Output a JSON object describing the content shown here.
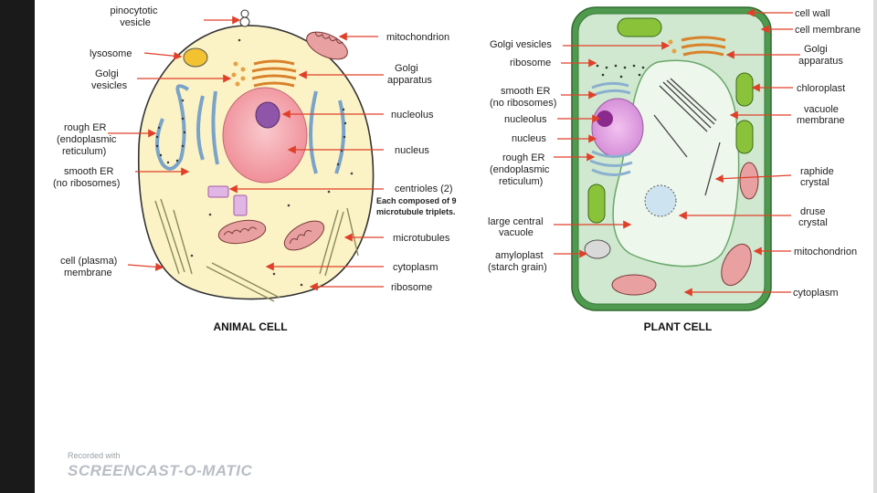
{
  "animal": {
    "title": "ANIMAL CELL",
    "labels": {
      "pinocytotic": [
        "pinocytotic",
        "vesicle"
      ],
      "lysosome": [
        "lysosome"
      ],
      "golgi_vesicles": [
        "Golgi",
        "vesicles"
      ],
      "rough_er": [
        "rough ER",
        "(endoplasmic",
        "reticulum)"
      ],
      "smooth_er": [
        "smooth ER",
        "(no ribosomes)"
      ],
      "plasma_membrane": [
        "cell (plasma)",
        "membrane"
      ],
      "mitochondrion": [
        "mitochondrion"
      ],
      "golgi_apparatus": [
        "Golgi",
        "apparatus"
      ],
      "nucleolus": [
        "nucleolus"
      ],
      "nucleus": [
        "nucleus"
      ],
      "centrioles": [
        "centrioles (2)"
      ],
      "centrioles_note": [
        "Each composed of 9",
        "microtubule triplets."
      ],
      "microtubules": [
        "microtubules"
      ],
      "cytoplasm": [
        "cytoplasm"
      ],
      "ribosome": [
        "ribosome"
      ]
    }
  },
  "plant": {
    "title": "PLANT CELL",
    "labels": {
      "golgi_vesicles": [
        "Golgi vesicles"
      ],
      "ribosome": [
        "ribosome"
      ],
      "smooth_er": [
        "smooth ER",
        "(no ribosomes)"
      ],
      "nucleolus": [
        "nucleolus"
      ],
      "nucleus": [
        "nucleus"
      ],
      "rough_er": [
        "rough ER",
        "(endoplasmic",
        "reticulum)"
      ],
      "central_vacuole": [
        "large central",
        "vacuole"
      ],
      "amyloplast": [
        "amyloplast",
        "(starch grain)"
      ],
      "cell_wall": [
        "cell wall"
      ],
      "cell_membrane": [
        "cell membrane"
      ],
      "golgi_apparatus": [
        "Golgi",
        "apparatus"
      ],
      "chloroplast": [
        "chloroplast"
      ],
      "vacuole_membrane": [
        "vacuole",
        "membrane"
      ],
      "raphide": [
        "raphide",
        "crystal"
      ],
      "druse": [
        "druse",
        "crystal"
      ],
      "mitochondrion": [
        "mitochondrion"
      ],
      "cytoplasm": [
        "cytoplasm"
      ]
    }
  },
  "watermark": {
    "line1": "Recorded with",
    "line2": "SCREENCAST-O-MATIC"
  },
  "colors": {
    "arrow": "#e0402a",
    "animal_cytoplasm": "#fbf3c6",
    "plant_wall": "#4f9a4f",
    "plant_cytoplasm": "#cfe8cf",
    "vacuole": "#eef7ec",
    "nucleus": "#f6a8b0"
  }
}
